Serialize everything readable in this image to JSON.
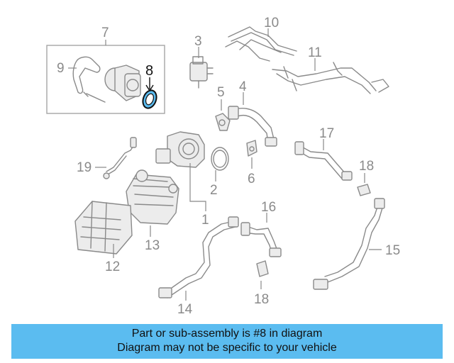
{
  "callouts": {
    "c1": "1",
    "c2": "2",
    "c3": "3",
    "c4": "4",
    "c5": "5",
    "c6": "6",
    "c7": "7",
    "c8": "8",
    "c9": "9",
    "c10": "10",
    "c11": "11",
    "c12": "12",
    "c13": "13",
    "c14": "14",
    "c15": "15",
    "c16": "16",
    "c17": "17",
    "c18a": "18",
    "c18b": "18",
    "c19": "19"
  },
  "highlight_color": "#5bbcf0",
  "banner": {
    "line1": "Part or sub-assembly is #8 in diagram",
    "line2": "Diagram may not be specific to your vehicle"
  }
}
